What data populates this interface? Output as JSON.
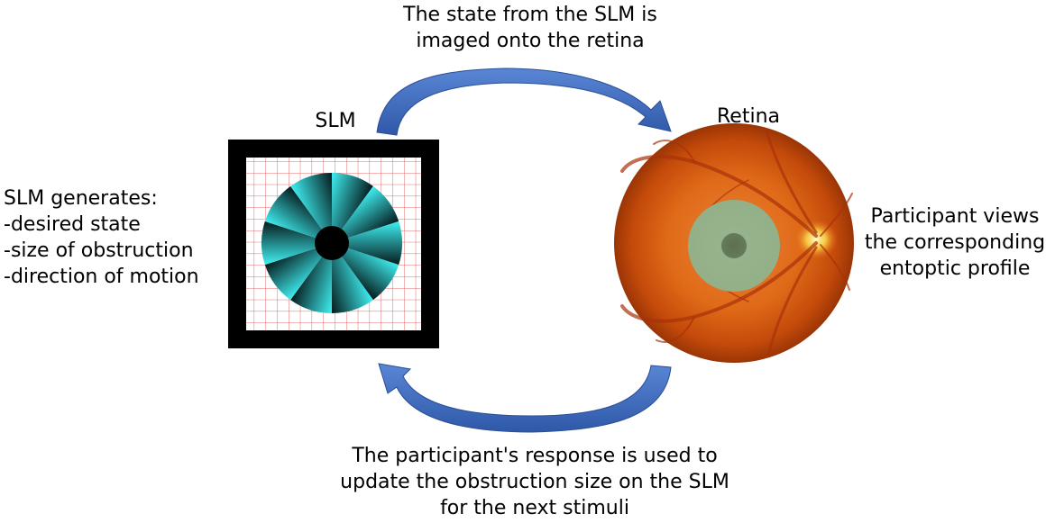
{
  "top_caption": [
    "The state from the SLM is",
    "imaged onto the retina"
  ],
  "slm_label": "SLM",
  "retina_label": "Retina",
  "slm_generates": [
    "SLM generates:",
    "-desired state",
    "-size of obstruction",
    "-direction of motion"
  ],
  "participant_views": [
    "Participant views",
    "the corresponding",
    "entoptic profile"
  ],
  "bottom_caption": [
    "The participant's response is used to",
    "update the obstruction size on the SLM",
    "for the next stimuli"
  ],
  "colors": {
    "arrow": "#3f6fc4",
    "slm_frame": "#000000",
    "grid": "#e36a6a",
    "pinwheel": "#2fd4d9",
    "retina": "#d9560f",
    "entoptic": "#8fb38c"
  }
}
